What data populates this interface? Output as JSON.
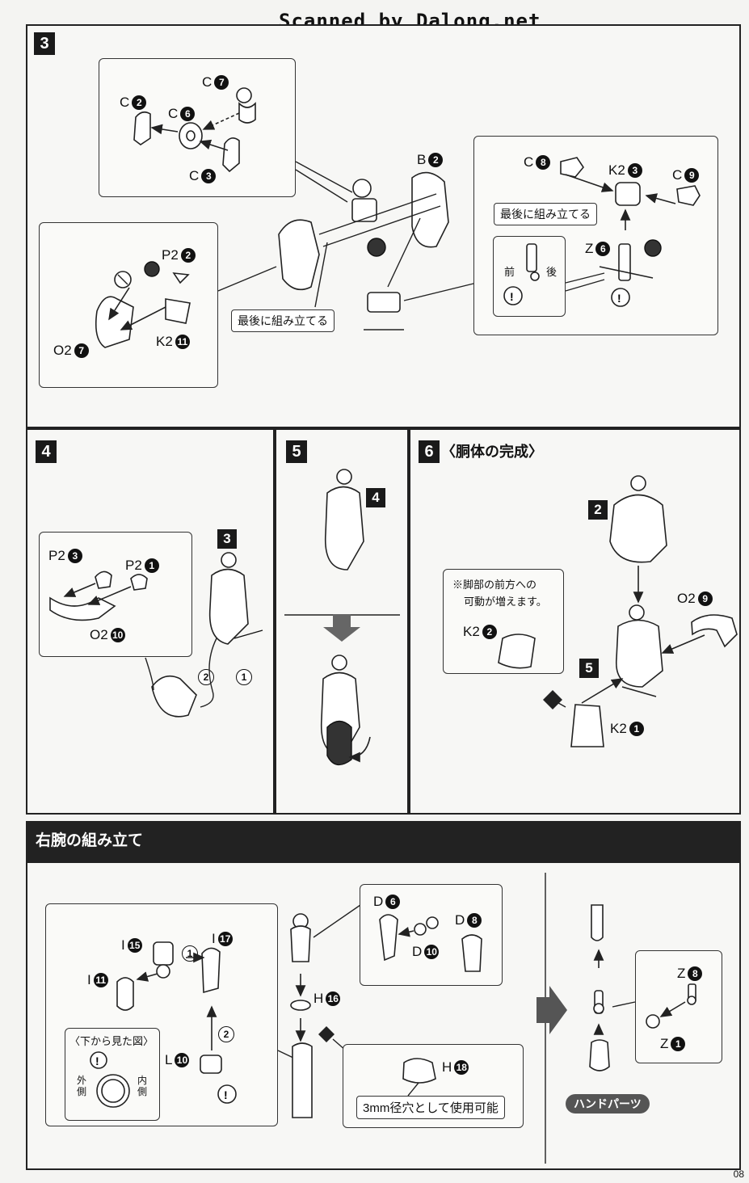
{
  "watermark": "Scanned by Dalong.net",
  "page_number": "08",
  "step3": {
    "number": "3",
    "inset_top": {
      "c7": "C",
      "c7n": "7",
      "c2": "C",
      "c2n": "2",
      "c6": "C",
      "c6n": "6",
      "c3": "C",
      "c3n": "3"
    },
    "inset_left": {
      "p2": "P2",
      "p2n": "2",
      "o2": "O2",
      "o2n": "7",
      "k2": "K2",
      "k2n": "11"
    },
    "b2": "B",
    "b2n": "2",
    "note_center": "最後に組み立てる",
    "inset_right": {
      "c8": "C",
      "c8n": "8",
      "k2": "K2",
      "k2n": "3",
      "c9": "C",
      "c9n": "9",
      "note": "最後に組み立てる",
      "z6": "Z",
      "z6n": "6",
      "front": "前",
      "back": "後"
    }
  },
  "step4": {
    "number": "4",
    "p2a": "P2",
    "p2an": "3",
    "p2b": "P2",
    "p2bn": "1",
    "o2": "O2",
    "o2n": "10",
    "ref": "3",
    "step1": "1",
    "step2": "2"
  },
  "step5": {
    "number": "5",
    "ref": "4"
  },
  "step6": {
    "number": "6",
    "title": "〈胴体の完成〉",
    "ref2": "2",
    "ref5": "5",
    "note_line1": "※脚部の前方への",
    "note_line2": "可動が増えます。",
    "k2a": "K2",
    "k2an": "2",
    "o2": "O2",
    "o2n": "9",
    "k2b": "K2",
    "k2bn": "1"
  },
  "right_arm": {
    "title": "右腕の組み立て",
    "i15": "I",
    "i15n": "15",
    "i17": "I",
    "i17n": "17",
    "i11": "I",
    "i11n": "11",
    "l10": "L",
    "l10n": "10",
    "step1": "1",
    "step2": "2",
    "bottom_view": "〈下から見た図〉",
    "outer": "外側",
    "inner": "内側",
    "d6": "D",
    "d6n": "6",
    "d8": "D",
    "d8n": "8",
    "d10": "D",
    "d10n": "10",
    "h16": "H",
    "h16n": "16",
    "h18": "H",
    "h18n": "18",
    "note_3mm": "3mm径穴として使用可能",
    "z8": "Z",
    "z8n": "8",
    "z1": "Z",
    "z1n": "1",
    "hand_parts": "ハンドパーツ"
  }
}
